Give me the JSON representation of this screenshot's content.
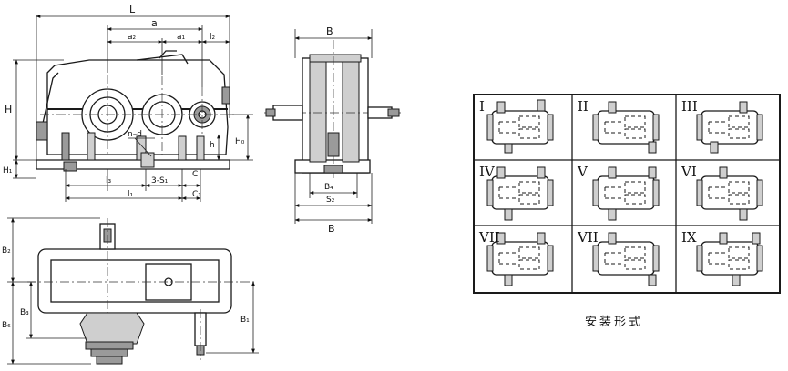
{
  "front_view": {
    "L": "L",
    "a": "a",
    "a2": "a₂",
    "a1": "a₁",
    "l2": "l₂",
    "H": "H",
    "H1": "H₁",
    "H0": "H₀",
    "h": "h",
    "nd": "n–d",
    "l3": "l₃",
    "S1": "3-S₁",
    "C": "C",
    "l1": "l₁",
    "C1": "C₁"
  },
  "side_view": {
    "B_top": "B",
    "B4": "B₄",
    "S2": "S₂",
    "B_bottom": "B"
  },
  "plan_view": {
    "B2": "B₂",
    "B6": "B₆",
    "B3": "B₃",
    "B1": "B₁"
  },
  "mounting_forms": {
    "caption": "安装形式",
    "labels": [
      "I",
      "II",
      "III",
      "IV",
      "V",
      "VI",
      "VII",
      "VII",
      "IX"
    ]
  }
}
